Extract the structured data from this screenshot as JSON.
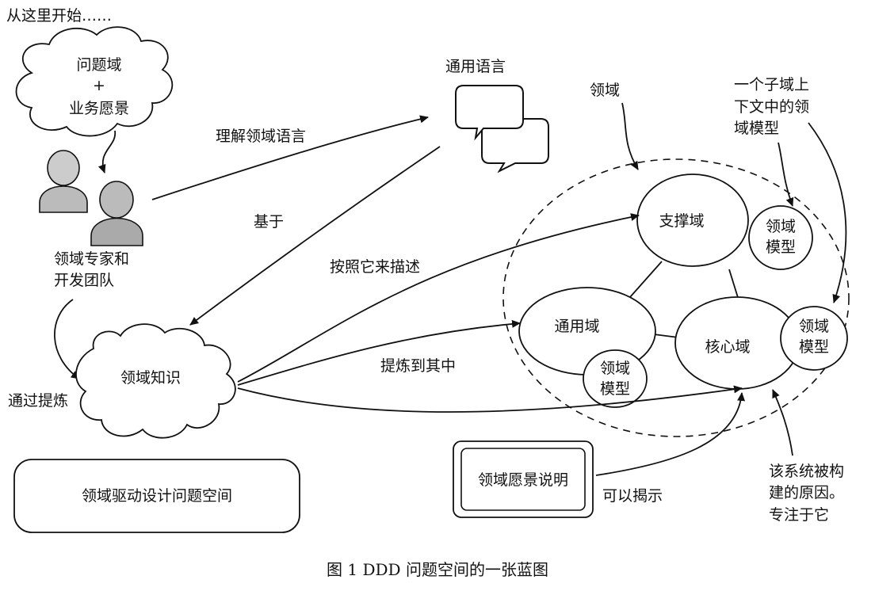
{
  "diagram": {
    "start_note": "从这里开始……",
    "cloud_line1": "问题域",
    "cloud_plus": "+",
    "cloud_line2": "业务愿景",
    "experts_line1": "领域专家和",
    "experts_line2": "开发团队",
    "knowledge": "领域知识",
    "ubiquitous_language": "通用语言",
    "domain_label": "领域",
    "subdomain_note_line1": "一个子域上",
    "subdomain_note_line2": "下文中的领",
    "subdomain_note_line3": "域模型",
    "supporting_domain": "支撑域",
    "generic_domain": "通用域",
    "core_domain": "核心域",
    "model_line1": "领域",
    "model_line2": "模型",
    "edge_understand": "理解领域语言",
    "edge_based_on": "基于",
    "edge_describe": "按照它来描述",
    "edge_refine": "提炼到其中",
    "edge_distill": "通过提炼",
    "edge_reveal": "可以揭示",
    "vision_statement": "领域愿景说明",
    "reason_line1": "该系统被构",
    "reason_line2": "建的原因。",
    "reason_line3": "专注于它",
    "problem_space_box": "领域驱动设计问题空间",
    "caption": "图 1    DDD 问题空间的一张蓝图"
  }
}
